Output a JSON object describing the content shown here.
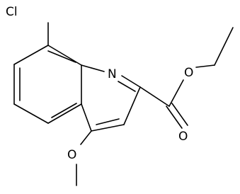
{
  "molecule": {
    "atoms": {
      "chlorine": "Cl",
      "ring_nitrogen": "N",
      "ester_oxygen": "O",
      "carbonyl_oxygen": "O",
      "methoxy_oxygen": "O"
    }
  },
  "colors": {
    "bond": "#000000",
    "label": "#000000",
    "background": "#ffffff"
  }
}
